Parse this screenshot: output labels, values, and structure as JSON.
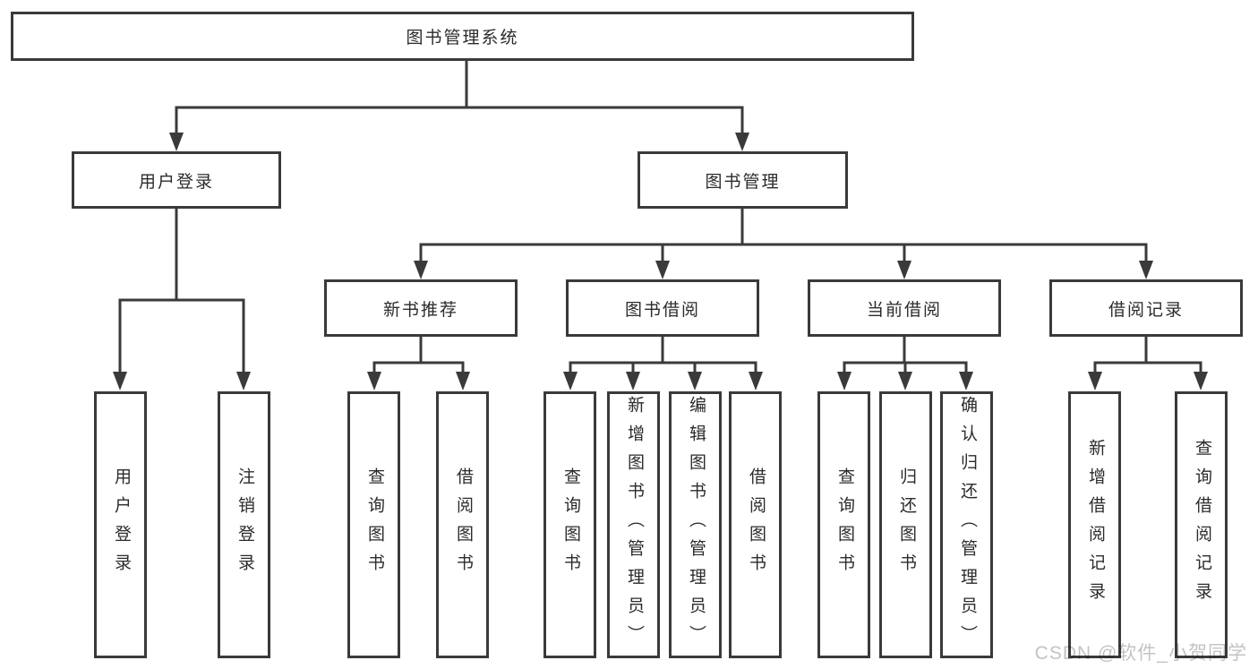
{
  "watermark": {
    "text": "CSDN @软件_小贺同学"
  },
  "colors": {
    "background": "#ffffff",
    "line": "#3a3a3a",
    "text": "#2b2b2b",
    "watermark": "#c3c3c3"
  },
  "tree": {
    "root": {
      "label": "图书管理系统"
    },
    "branches": [
      {
        "label": "用户登录",
        "children": [
          {
            "label": "用户登录"
          },
          {
            "label": "注销登录"
          }
        ]
      },
      {
        "label": "图书管理",
        "children": [
          {
            "label": "新书推荐",
            "children": [
              {
                "label": "查询图书"
              },
              {
                "label": "借阅图书"
              }
            ]
          },
          {
            "label": "图书借阅",
            "children": [
              {
                "label": "查询图书"
              },
              {
                "label": "新增图书（管理员）"
              },
              {
                "label": "编辑图书（管理员）"
              },
              {
                "label": "借阅图书"
              }
            ]
          },
          {
            "label": "当前借阅",
            "children": [
              {
                "label": "查询图书"
              },
              {
                "label": "归还图书"
              },
              {
                "label": "确认归还（管理员）"
              }
            ]
          },
          {
            "label": "借阅记录",
            "children": [
              {
                "label": "新增借阅记录"
              },
              {
                "label": "查询借阅记录"
              }
            ]
          }
        ]
      }
    ]
  }
}
